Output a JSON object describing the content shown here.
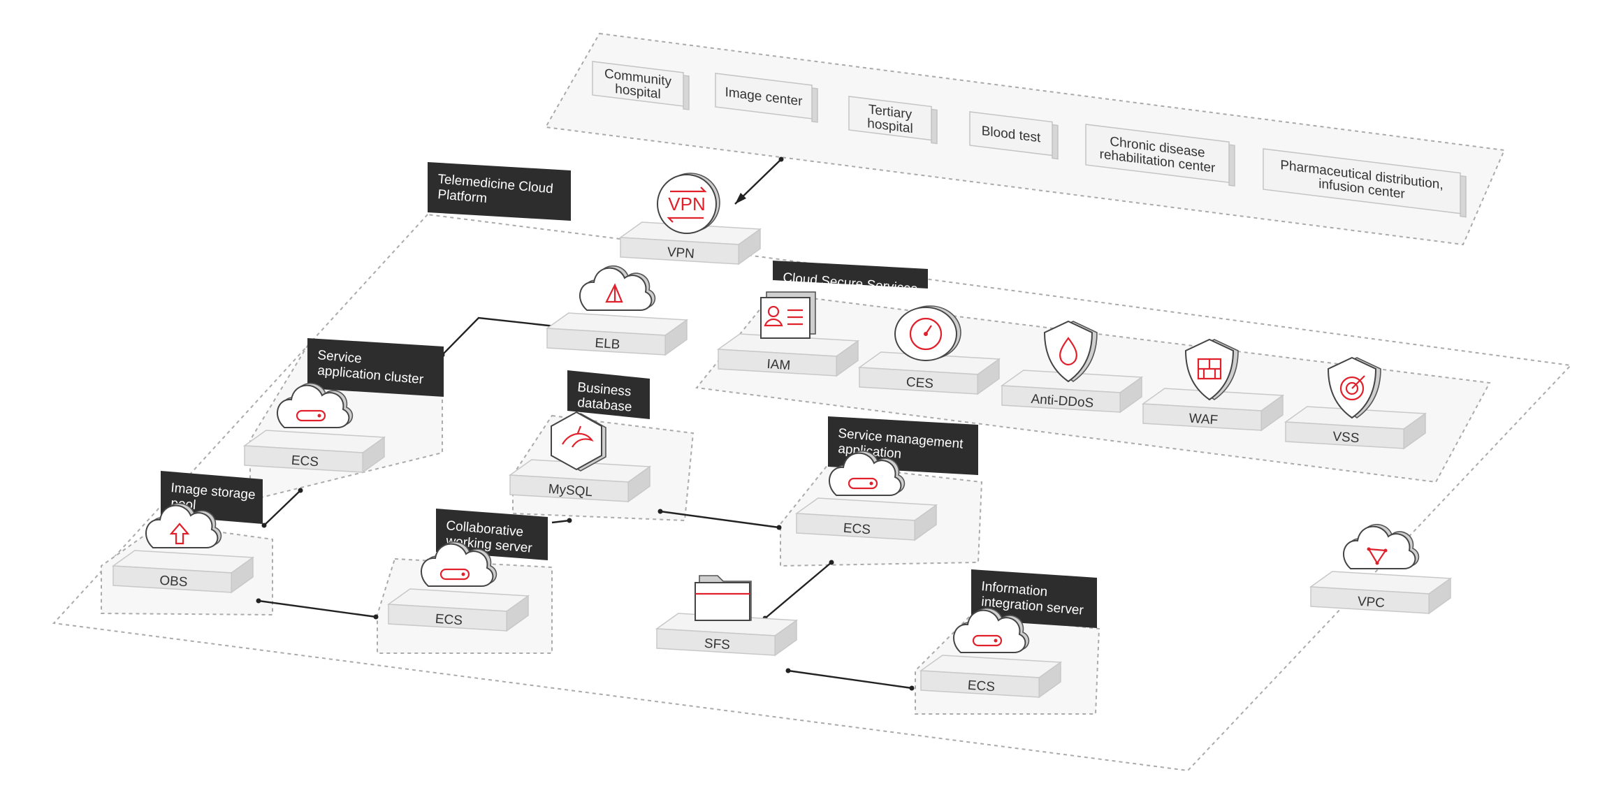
{
  "platform_label": [
    "Telemedicine Cloud",
    "Platform"
  ],
  "secure_label": [
    "Cloud Secure Services"
  ],
  "group_labels": {
    "service_app_cluster": [
      "Service",
      "application cluster"
    ],
    "business_db": [
      "Business",
      "database"
    ],
    "image_storage": [
      "Image storage",
      "pool"
    ],
    "collab_server": [
      "Collaborative",
      "working server"
    ],
    "service_mgmt": [
      "Service management",
      "application"
    ],
    "info_integration": [
      "Information",
      "integration server"
    ]
  },
  "sites": [
    [
      "Community",
      "hospital"
    ],
    [
      "Image center"
    ],
    [
      "Tertiary",
      "hospital"
    ],
    [
      "Blood test"
    ],
    [
      "Chronic disease",
      "rehabilitation center"
    ],
    [
      "Pharmaceutical distribution,",
      "infusion center"
    ]
  ],
  "nodes": {
    "vpn": "VPN",
    "elb": "ELB",
    "ecs_cluster": "ECS",
    "mysql": "MySQL",
    "obs": "OBS",
    "ecs_collab": "ECS",
    "ecs_mgmt": "ECS",
    "sfs": "SFS",
    "ecs_info": "ECS",
    "vpc": "VPC",
    "iam": "IAM",
    "ces": "CES",
    "anti_ddos": "Anti-DDoS",
    "waf": "WAF",
    "vss": "VSS"
  },
  "icon_text": {
    "vpn": "VPN"
  },
  "colors": {
    "accent": "#e0202a",
    "label_bg": "#2d2d2d",
    "box_top": "#f4f4f4"
  }
}
